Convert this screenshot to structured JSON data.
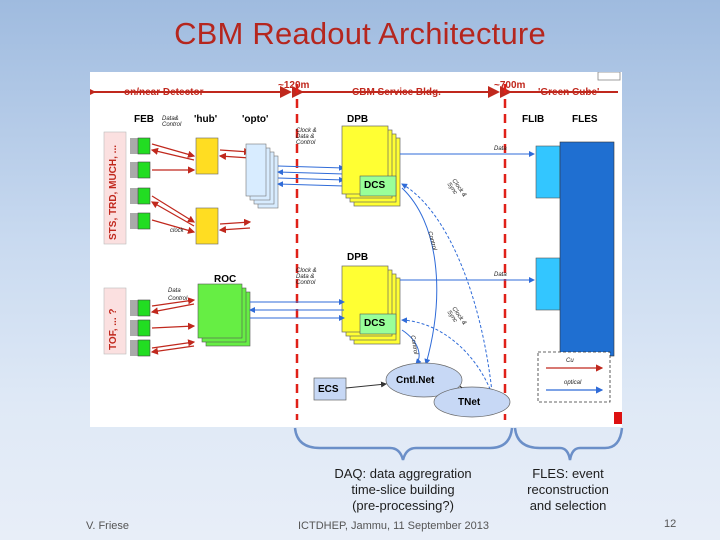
{
  "slide": {
    "title": "CBM Readout Architecture",
    "footer_left": "V. Friese",
    "footer_center": "ICTDHEP, Jammu, 11 September 2013",
    "page_number": "12"
  },
  "diagram": {
    "zones": {
      "detector": "on/near Detector",
      "dist1": "~120m",
      "service": "CBM Service Bldg.",
      "dist2": "~700m",
      "green_cube": "'Green Cube'"
    },
    "side_labels": {
      "upper": "STS, TRD, MUCH, ...",
      "lower": "TOF, ... ?"
    },
    "blocks": {
      "feb": "FEB",
      "hub": "'hub'",
      "opto": "'opto'",
      "dpb_top": "DPB",
      "dpb_bottom": "DPB",
      "dcs_top": "DCS",
      "dcs_bottom": "DCS",
      "roc": "ROC",
      "flib": "FLIB",
      "fles": "FLES",
      "cntlnet": "Cntl.Net",
      "ecs": "ECS",
      "tnet": "TNet"
    },
    "small_labels": {
      "data_control_1": "Data&",
      "data_control_2": "Control",
      "clock_feb": "clock",
      "ccd_1": "Clock &",
      "ccd_2": "Data &",
      "ccd_3": "Control",
      "data_right_top": "Data",
      "data_right_bottom": "Data",
      "roc_data": "Data",
      "roc_control": "Control",
      "clock_sync_top_1": "Clock &",
      "clock_sync_top_2": "Sync",
      "clock_sync_bot_1": "Clock &",
      "clock_sync_bot_2": "Sync",
      "control_vert": "Control",
      "control_vert2": "Control",
      "legend_cu": "Cu",
      "legend_optical": "optical"
    }
  },
  "captions": {
    "daq": [
      "DAQ: data aggregration",
      "time-slice building",
      "(pre-processing?)"
    ],
    "fles": [
      "FLES: event",
      "reconstruction",
      "and selection"
    ]
  },
  "colors": {
    "title": "#b5261e",
    "zone_red": "#c0281d",
    "dpb_yellow": "#ffff33",
    "dcs_green": "#99ff99",
    "fles_blue": "#1f6fd1",
    "flib_cyan": "#33c6ff",
    "roc_green": "#66ee44",
    "link_blue": "#2f6bd8"
  }
}
